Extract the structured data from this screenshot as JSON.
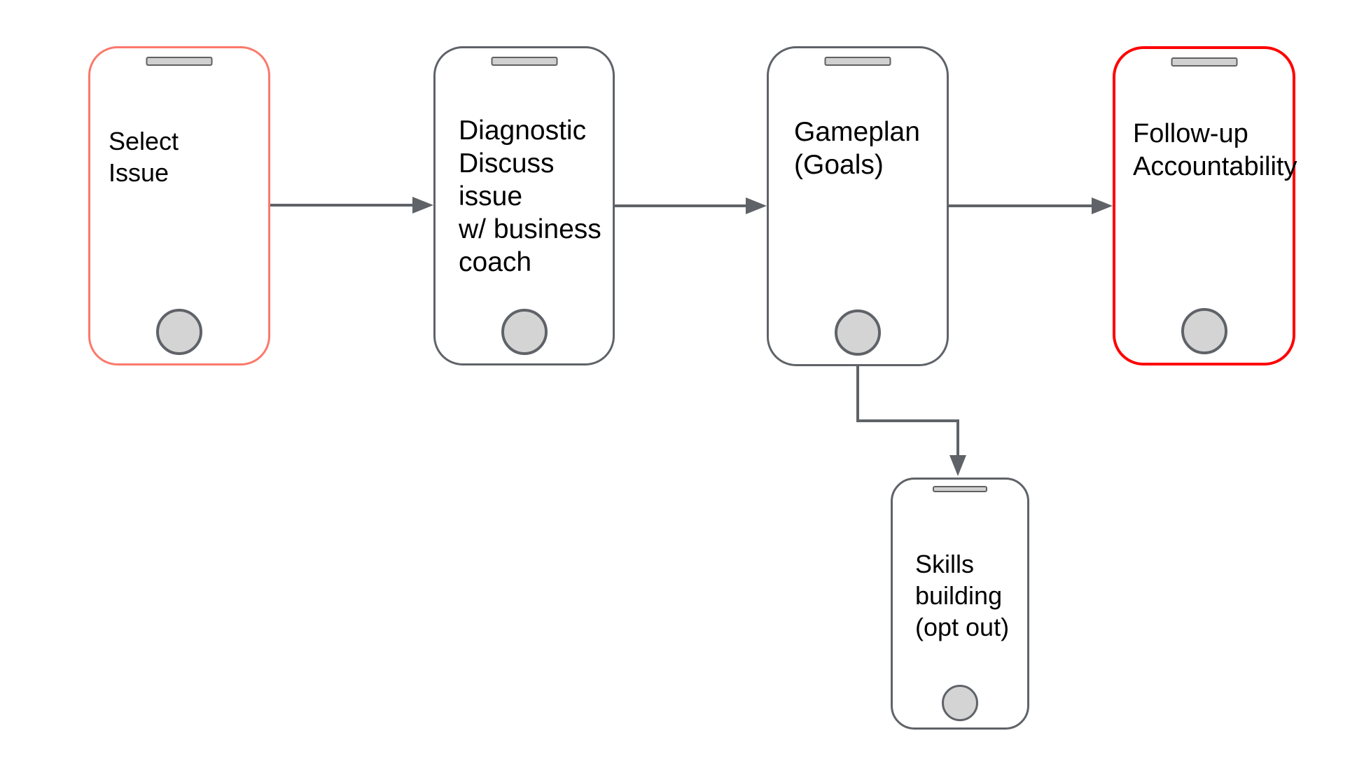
{
  "diagram": {
    "background": "#ffffff",
    "colors": {
      "outline_gray": "#5f6368",
      "outline_coral": "#fb796b",
      "outline_red": "#fe0000",
      "connector": "#5f6368",
      "speaker_fill": "#d0d0d0",
      "home_button_fill": "#d4d4d4",
      "text": "#000000"
    },
    "nodes": [
      {
        "id": "select-issue",
        "label": "Select Issue",
        "lines": [
          "Select",
          "Issue"
        ],
        "border_color": "#fb796b"
      },
      {
        "id": "diagnostic",
        "label": "Diagnostic",
        "lines": [
          "Diagnostic"
        ],
        "body_label": "Discuss issue w/ business coach",
        "body_lines": [
          "Discuss issue",
          "w/ business",
          "coach"
        ],
        "border_color": "#5f6368"
      },
      {
        "id": "gameplan",
        "label": "Gameplan (Goals)",
        "lines": [
          "Gameplan",
          "(Goals)"
        ],
        "border_color": "#5f6368"
      },
      {
        "id": "follow-up",
        "label": "Follow-up Accountability",
        "lines": [
          "Follow-up",
          "Accountability"
        ],
        "border_color": "#fe0000"
      },
      {
        "id": "skills-building",
        "label": "Skills building (opt out)",
        "lines": [
          "Skills",
          "building",
          "(opt out)"
        ],
        "border_color": "#5f6368"
      }
    ],
    "connectors": [
      {
        "from": "select-issue",
        "to": "diagnostic",
        "style": "straight-arrow"
      },
      {
        "from": "diagnostic",
        "to": "gameplan",
        "style": "straight-arrow"
      },
      {
        "from": "gameplan",
        "to": "follow-up",
        "style": "straight-arrow"
      },
      {
        "from": "gameplan",
        "to": "skills-building",
        "style": "elbow-arrow"
      }
    ]
  }
}
